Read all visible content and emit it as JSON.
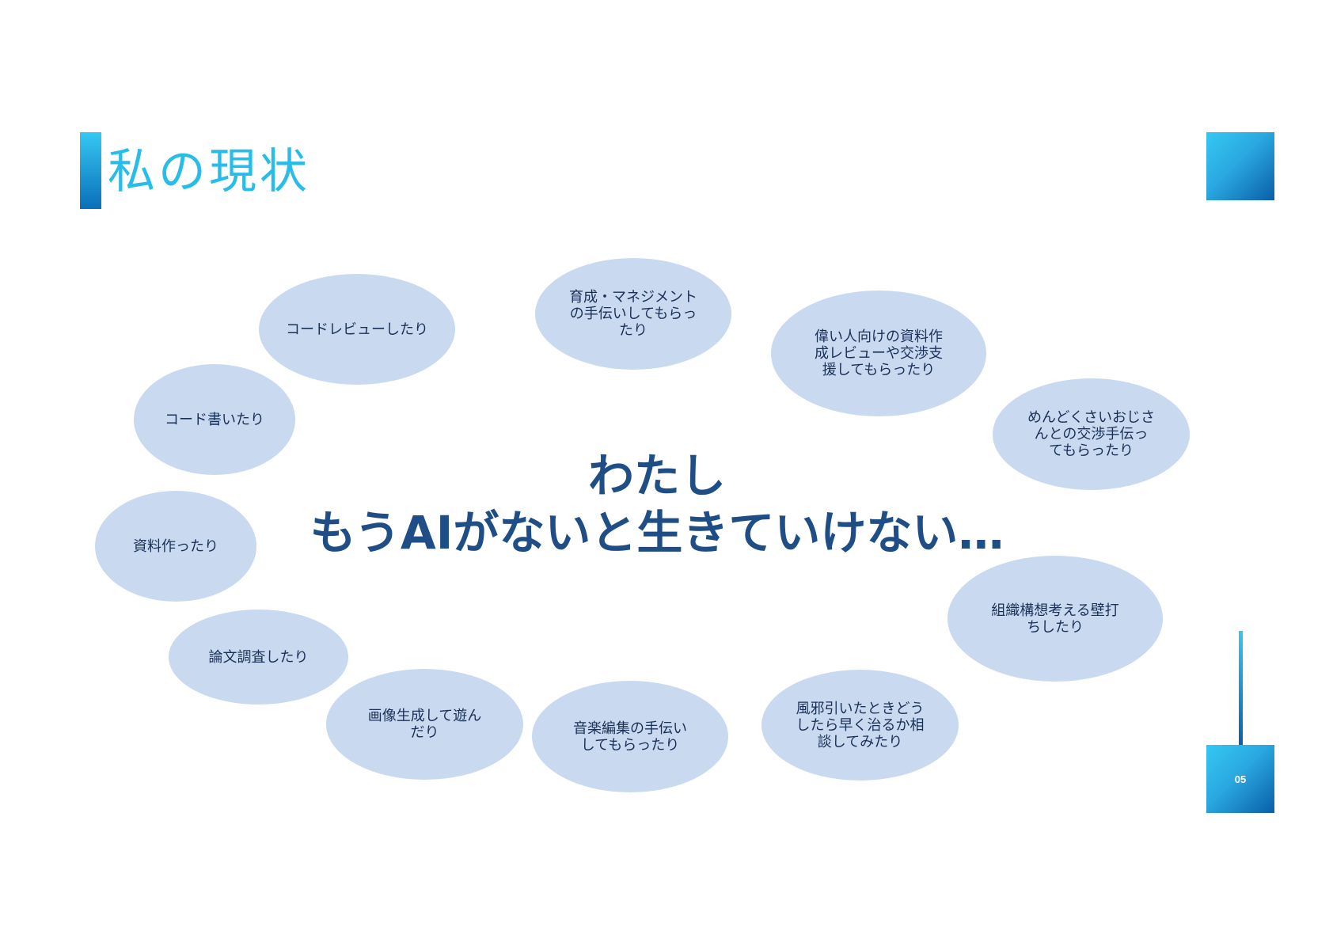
{
  "slide": {
    "title": "私の現状",
    "page_number": "05",
    "center_message": {
      "line1": "わたし",
      "line2": "もうAIがないと生きていけない…"
    },
    "bubbles": [
      {
        "id": "code-review",
        "label": "コードレビューしたり"
      },
      {
        "id": "nurturing-management",
        "label": "育成・マネジメント\nの手伝いしてもらっ\nたり"
      },
      {
        "id": "executive-materials",
        "label": "偉い人向けの資料作\n成レビューや交渉支\n援してもらったり"
      },
      {
        "id": "negotiation",
        "label": "めんどくさいおじさ\nんとの交渉手伝っ\nてもらったり"
      },
      {
        "id": "write-code",
        "label": "コード書いたり"
      },
      {
        "id": "make-documents",
        "label": "資料作ったり"
      },
      {
        "id": "paper-research",
        "label": "論文調査したり"
      },
      {
        "id": "image-generation",
        "label": "画像生成して遊ん\nだり"
      },
      {
        "id": "music-editing",
        "label": "音楽編集の手伝い\nしてもらったり"
      },
      {
        "id": "cold-advice",
        "label": "風邪引いたときどう\nしたら早く治るか相\n談してみたり"
      },
      {
        "id": "org-design",
        "label": "組織構想考える壁打\nちしたり"
      }
    ]
  }
}
